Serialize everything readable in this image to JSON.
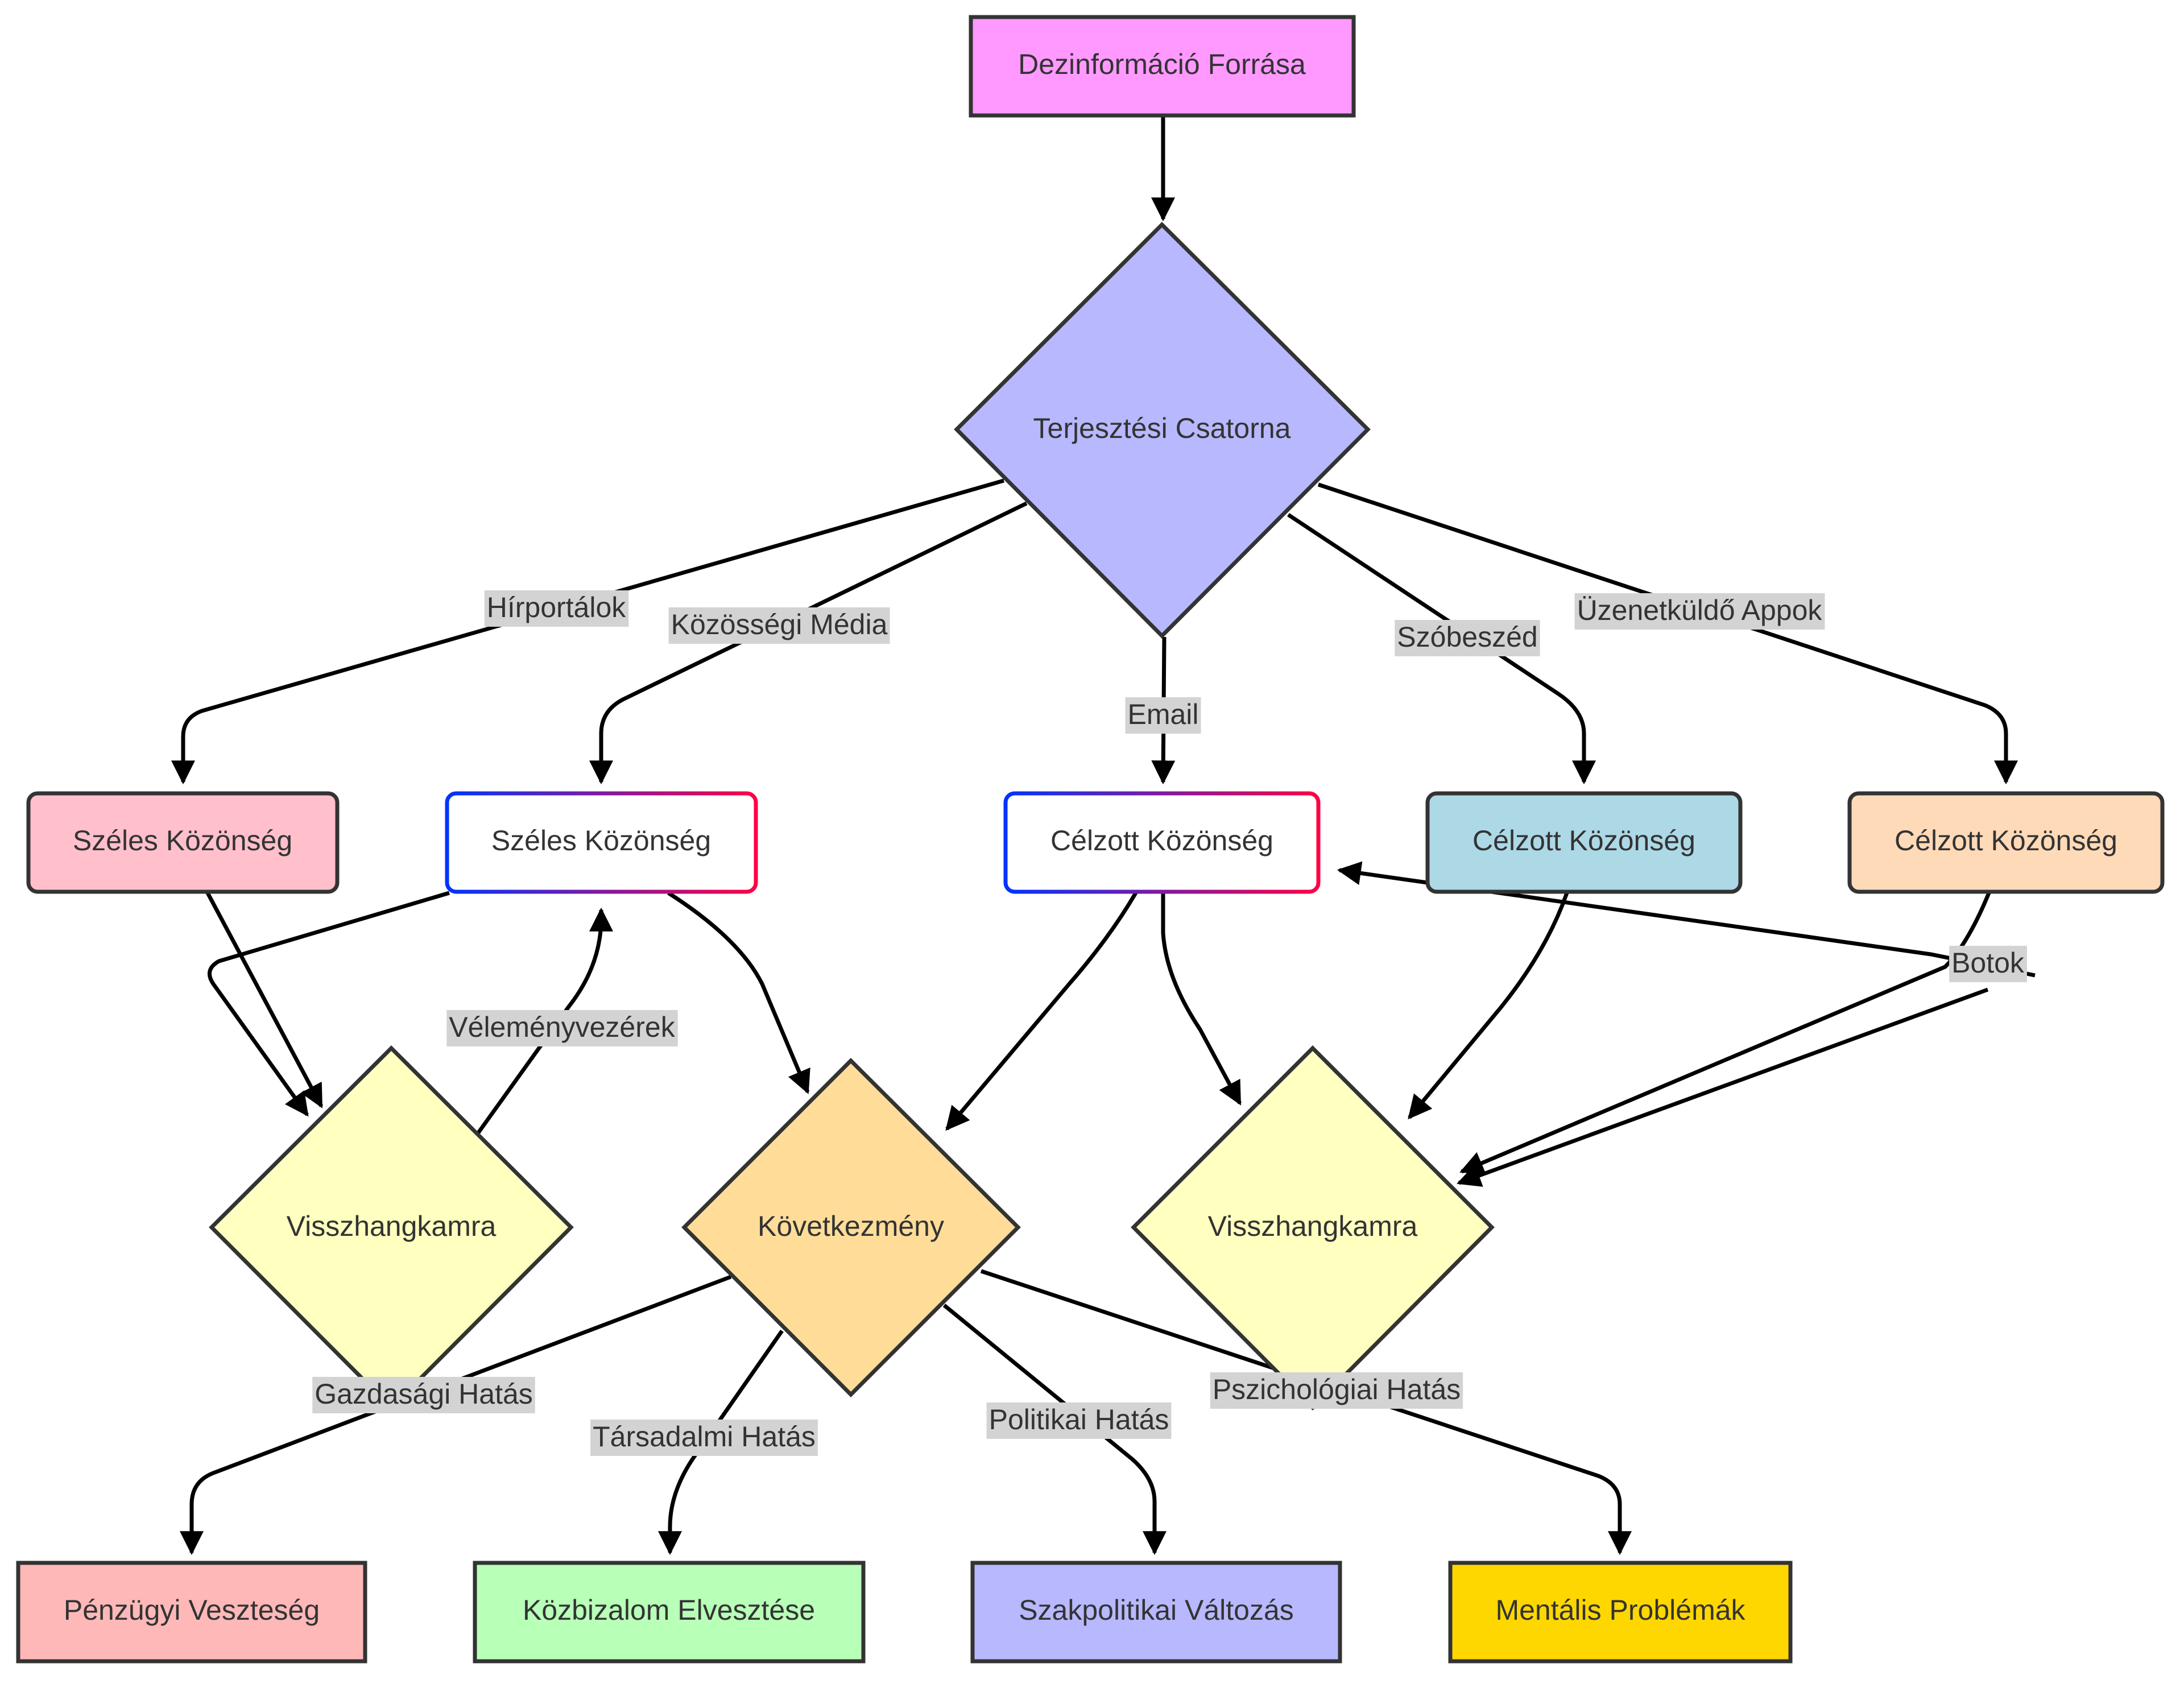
{
  "nodes": [
    {
      "id": "source",
      "label": "Dezinformáció Forrása",
      "color": "#ff99ff"
    },
    {
      "id": "channel",
      "label": "Terjesztési Csatorna",
      "color": "#b8b8ff"
    },
    {
      "id": "audience1",
      "label": "Széles Közönség",
      "color": "#ffc0cb"
    },
    {
      "id": "audience2",
      "label": "Széles Közönség",
      "color": "#ffffff"
    },
    {
      "id": "audience3",
      "label": "Célzott Közönség",
      "color": "#ffffff"
    },
    {
      "id": "audience4",
      "label": "Célzott Közönség",
      "color": "#add8e6"
    },
    {
      "id": "audience5",
      "label": "Célzott Közönség",
      "color": "#ffdab9"
    },
    {
      "id": "echo1",
      "label": "Visszhangkamra",
      "color": "#ffffc0"
    },
    {
      "id": "consequence",
      "label": "Következmény",
      "color": "#ffdd99"
    },
    {
      "id": "echo2",
      "label": "Visszhangkamra",
      "color": "#ffffc0"
    },
    {
      "id": "financial",
      "label": "Pénzügyi Veszteség",
      "color": "#ffb8b8"
    },
    {
      "id": "trust",
      "label": "Közbizalom Elvesztése",
      "color": "#b8ffb8"
    },
    {
      "id": "policy",
      "label": "Szakpolitikai Változás",
      "color": "#b8b8ff"
    },
    {
      "id": "mental",
      "label": "Mentális Problémák",
      "color": "#ffd700"
    }
  ],
  "edge_labels": {
    "news": "Hírportálok",
    "social": "Közösségi Média",
    "email": "Email",
    "word": "Szóbeszéd",
    "apps": "Üzenetküldő Appok",
    "opinion": "Véleményvezérek",
    "bots": "Botok",
    "economic": "Gazdasági Hatás",
    "societal": "Társadalmi Hatás",
    "political": "Politikai Hatás",
    "psychological": "Pszichológiai Hatás"
  },
  "edge_label_bg": "#d3d3d3",
  "gradient_border": {
    "from": "#0033ff",
    "to": "#ff0044"
  }
}
